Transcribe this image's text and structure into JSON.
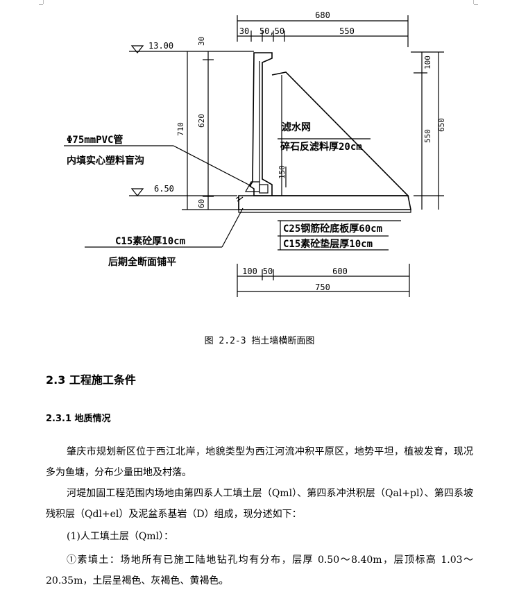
{
  "diagram": {
    "dim_top_total": "680",
    "dim_top_30": "30",
    "dim_top_5050": "50,50",
    "dim_top_550": "550",
    "elev_top": "13.00",
    "elev_bottom": "6.50",
    "dim_left_30": "30",
    "dim_left_710": "710",
    "dim_left_620": "620",
    "dim_left_60": "60",
    "dim_right_100": "100",
    "dim_right_550": "550",
    "dim_right_650": "650",
    "dim_inner_150": "150",
    "label_pvc_1": "Φ75mmPVC管",
    "label_pvc_2": "内填实心塑料盲沟",
    "label_filter_1": "滤水网",
    "label_filter_2": "碎石反滤料厚20cm",
    "label_c25": "C25钢筋砼底板厚60cm",
    "label_c15_pad": "C15素砼垫层厚10cm",
    "label_c15_1": "C15素砼厚10cm",
    "label_c15_2": "后期全断面铺平",
    "dim_bottom_100": "100",
    "dim_bottom_50": "50",
    "dim_bottom_600": "600",
    "dim_bottom_750": "750"
  },
  "caption": "图 2.2-3 挡土墙横断面图",
  "section": {
    "heading": "2.3  工程施工条件",
    "subheading": "2.3.1  地质情况",
    "para1": "肇庆市规划新区位于西江北岸，地貌类型为西江河流冲积平原区，地势平坦，植被发育，现况多为鱼塘，分布少量田地及村落。",
    "para2": "河堤加固工程范围内场地由第四系人工填土层（Qml）、第四系冲洪积层（Qal+pl）、第四系坡残积层（Qdl+el）及泥盆系基岩（D）组成，现分述如下：",
    "item1": "(1)人工填土层（Qml）：",
    "para3": "①素填土：场地所有已施工陆地钻孔均有分布，层厚 0.50～8.40m，层顶标高 1.03～20.35m，土层呈褐色、灰褐色、黄褐色。"
  }
}
